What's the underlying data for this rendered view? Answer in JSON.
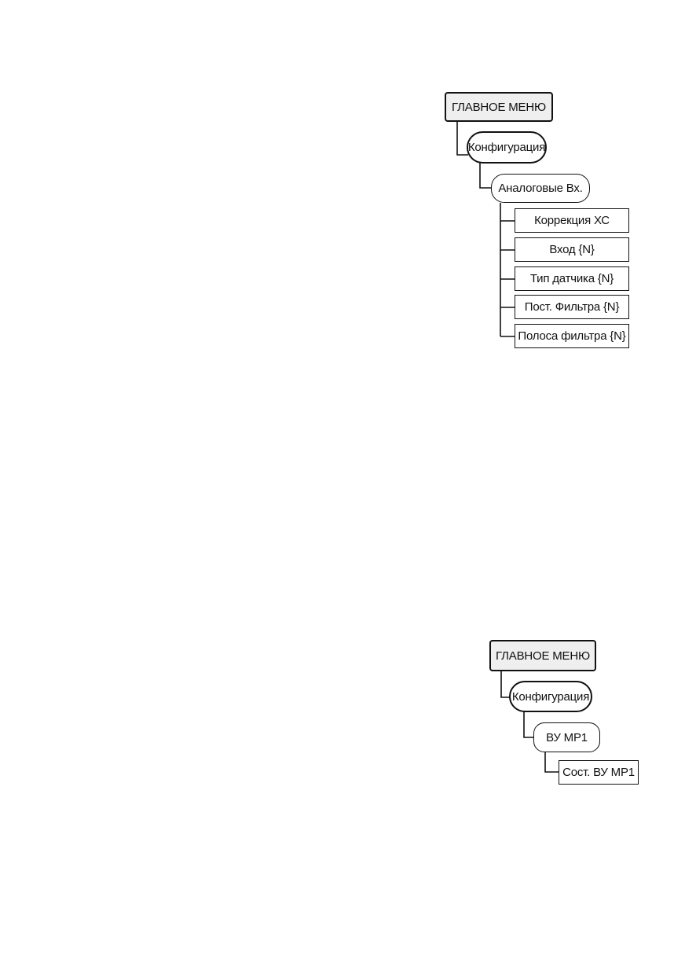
{
  "tree1": {
    "root": "ГЛАВНОЕ МЕНЮ",
    "level1": "Конфигурация",
    "level2": "Аналоговые Вх.",
    "leaves": [
      "Коррекция ХС",
      "Вход {N}",
      "Тип датчика {N}",
      "Пост. Фильтра {N}",
      "Полоса фильтра {N}"
    ]
  },
  "tree2": {
    "root": "ГЛАВНОЕ МЕНЮ",
    "level1": "Конфигурация",
    "level2": "ВУ МР1",
    "leaves": [
      "Сост. ВУ МР1"
    ]
  }
}
